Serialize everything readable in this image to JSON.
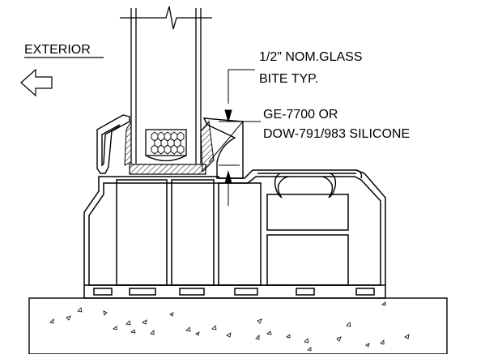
{
  "labels": {
    "exterior": "EXTERIOR",
    "glass_bite_line1": "1/2\" NOM.GLASS",
    "glass_bite_line2": "BITE TYP.",
    "sealant_line1": "GE-7700 OR",
    "sealant_line2": "DOW-791/983 SILICONE"
  },
  "colors": {
    "ink": "#000000",
    "paper": "#ffffff"
  }
}
